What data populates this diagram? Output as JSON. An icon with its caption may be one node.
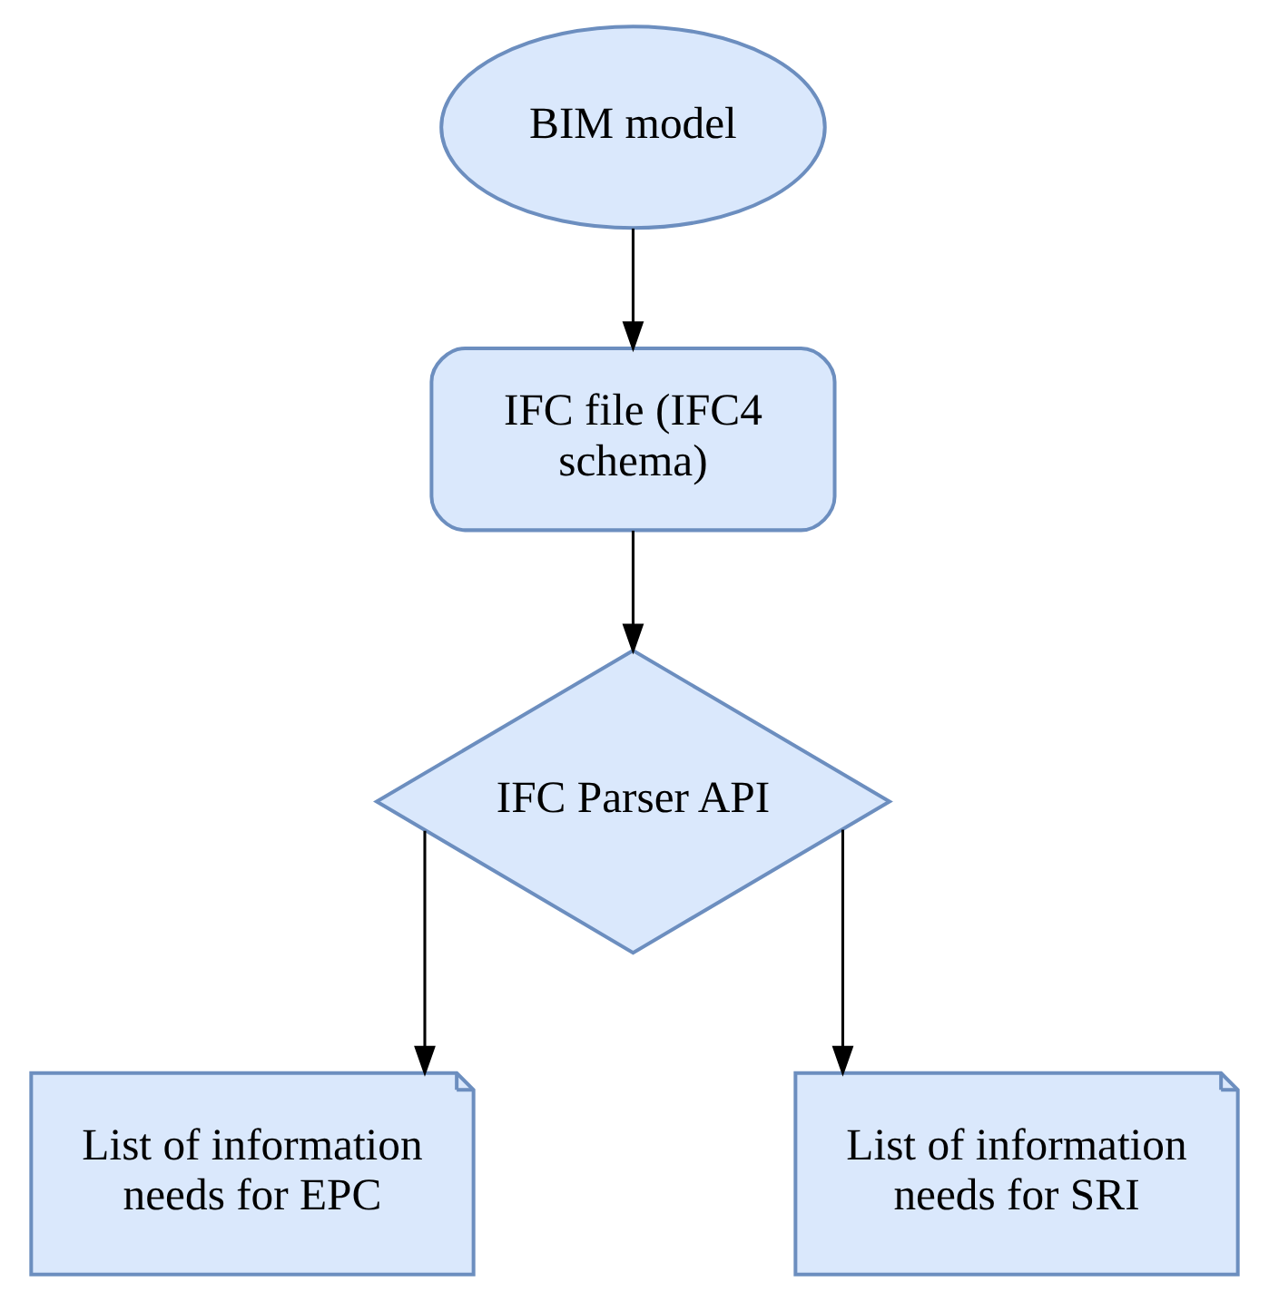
{
  "diagram": {
    "nodes": [
      {
        "text": [
          "BIM model"
        ]
      },
      {
        "text": [
          "IFC file (IFC4 schema)"
        ]
      },
      {
        "text": [
          "IFC Parser API"
        ]
      },
      {
        "text": [
          "List of information needs for EPC"
        ]
      },
      {
        "text": [
          "List of information needs for SRI"
        ]
      }
    ],
    "edges": [
      {
        "from": 0,
        "to": 1,
        "arrow": "to"
      },
      {
        "from": 1,
        "to": 2,
        "arrow": "to"
      },
      {
        "from": 2,
        "to": 3,
        "arrow": "to"
      },
      {
        "from": 2,
        "to": 4,
        "arrow": "to"
      }
    ]
  }
}
